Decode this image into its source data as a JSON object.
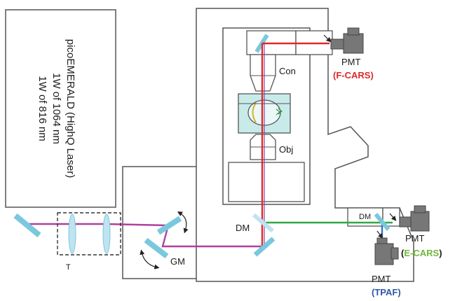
{
  "laser": {
    "lines": [
      "picoEMERALD (HighQ Laser)",
      "1W of 1064 nm",
      "1W of 816 nm"
    ]
  },
  "labels": {
    "telescope": "T",
    "galvo": "GM",
    "dichroic_main": "DM",
    "dichroic_detector": "DM",
    "condenser": "Con",
    "objective": "Obj"
  },
  "detectors": {
    "fcars": {
      "pmt": "PMT",
      "name": "F-CARS",
      "open": "(",
      "close": ")"
    },
    "ecars": {
      "pmt": "PMT",
      "name": "E-CARS",
      "open": "(",
      "close": ")"
    },
    "tpaf": {
      "pmt": "PMT",
      "name": "TPAF",
      "open": "(",
      "close": ")"
    }
  },
  "colors": {
    "pump_beam": "#b03fa0",
    "fcars_beam": "#e0282a",
    "ecars_beam": "#31a845",
    "tpaf_beam": "#3a6fc4",
    "fcars_text": "#e0282a",
    "ecars_text": "#6fb83a",
    "tpaf_text": "#2f56a8",
    "optic": "#7ac8dd",
    "lens": "#bfe4ef"
  }
}
